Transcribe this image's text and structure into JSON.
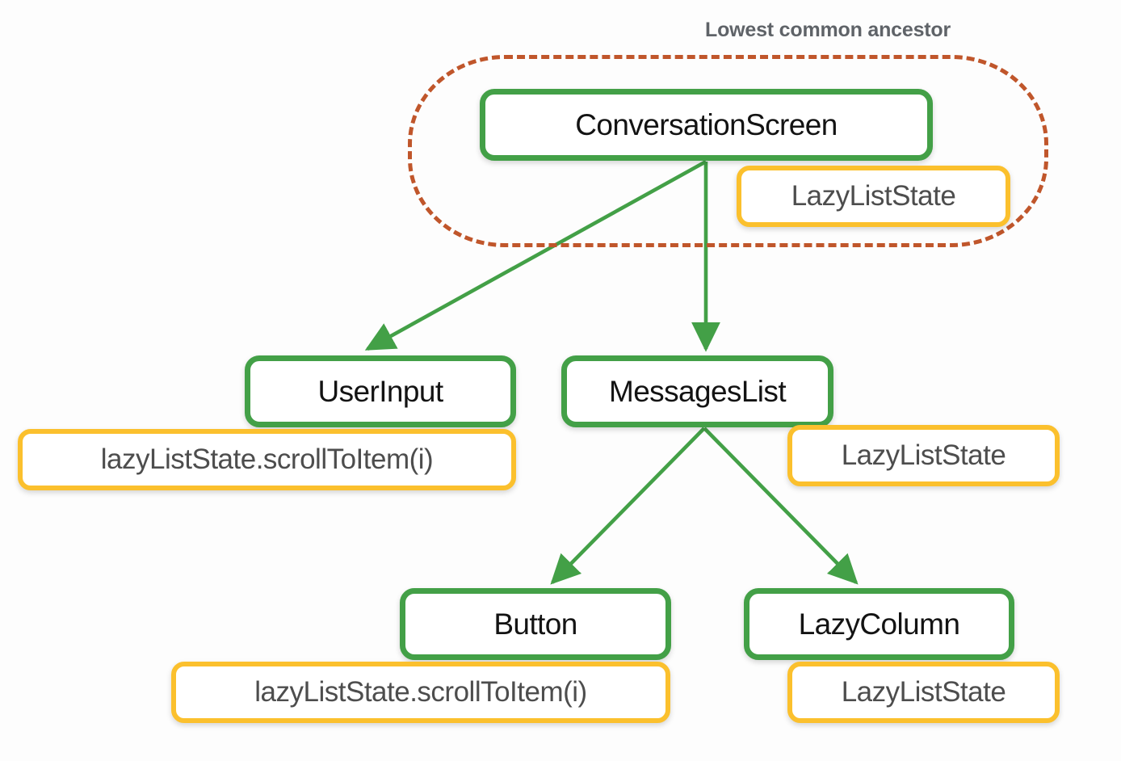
{
  "diagram": {
    "title": "Lowest common ancestor",
    "background_color": "#fdfdfd",
    "colors": {
      "node_border": "#43a047",
      "badge_border": "#fbc02d",
      "region_border": "#c0562b",
      "edge": "#43a047",
      "node_text": "#131313",
      "badge_text": "#4d4d4d",
      "title_text": "#5f6368"
    },
    "nodes": {
      "conversation_screen": {
        "label": "ConversationScreen"
      },
      "user_input": {
        "label": "UserInput"
      },
      "messages_list": {
        "label": "MessagesList"
      },
      "button": {
        "label": "Button"
      },
      "lazy_column": {
        "label": "LazyColumn"
      }
    },
    "badges": {
      "conversation_screen_state": {
        "label": "LazyListState"
      },
      "user_input_call": {
        "label": "lazyListState.scrollToItem(i)"
      },
      "messages_list_state": {
        "label": "LazyListState"
      },
      "button_call": {
        "label": "lazyListState.scrollToItem(i)"
      },
      "lazy_column_state": {
        "label": "LazyListState"
      }
    },
    "edges": [
      {
        "from": "ConversationScreen",
        "to": "UserInput"
      },
      {
        "from": "ConversationScreen",
        "to": "MessagesList"
      },
      {
        "from": "MessagesList",
        "to": "Button"
      },
      {
        "from": "MessagesList",
        "to": "LazyColumn"
      }
    ]
  }
}
